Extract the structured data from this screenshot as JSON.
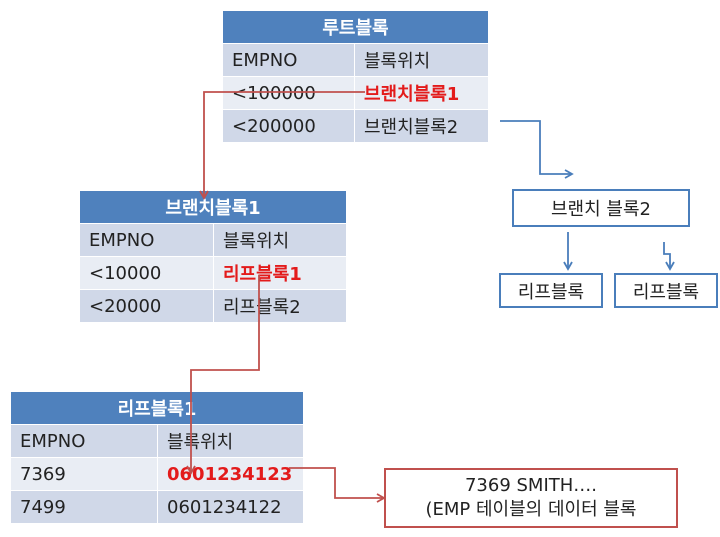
{
  "root_block": {
    "title": "루트블록",
    "header": [
      "EMPNO",
      "블록위치"
    ],
    "rows": [
      {
        "key": "<100000",
        "value": "브랜치블록1"
      },
      {
        "key": "<200000",
        "value": "브랜치블록2"
      }
    ]
  },
  "branch_block1": {
    "title": "브랜치블록1",
    "header": [
      "EMPNO",
      "블록위치"
    ],
    "rows": [
      {
        "key": "<10000",
        "value": "리프블록1"
      },
      {
        "key": "<20000",
        "value": "리프블록2"
      }
    ]
  },
  "leaf_block1": {
    "title": "리프블록1",
    "header": [
      "EMPNO",
      "블록위치"
    ],
    "rows": [
      {
        "key": "7369",
        "value": "0601234123"
      },
      {
        "key": "7499",
        "value": "0601234122"
      }
    ]
  },
  "branch_block2": {
    "label": "브랜치 블록2",
    "leaves": [
      "리프블록",
      "리프블록"
    ]
  },
  "data_block": {
    "line1": "7369 SMITH….",
    "line2": "(EMP 테이블의 데이터 블록"
  },
  "colors": {
    "header_blue": "#4f81bd",
    "row_dark": "#d0d8e8",
    "row_light": "#e9edf4",
    "highlight_red": "#e31b1b",
    "red_arrow": "#c0504d",
    "blue_arrow": "#4a7ebb"
  }
}
